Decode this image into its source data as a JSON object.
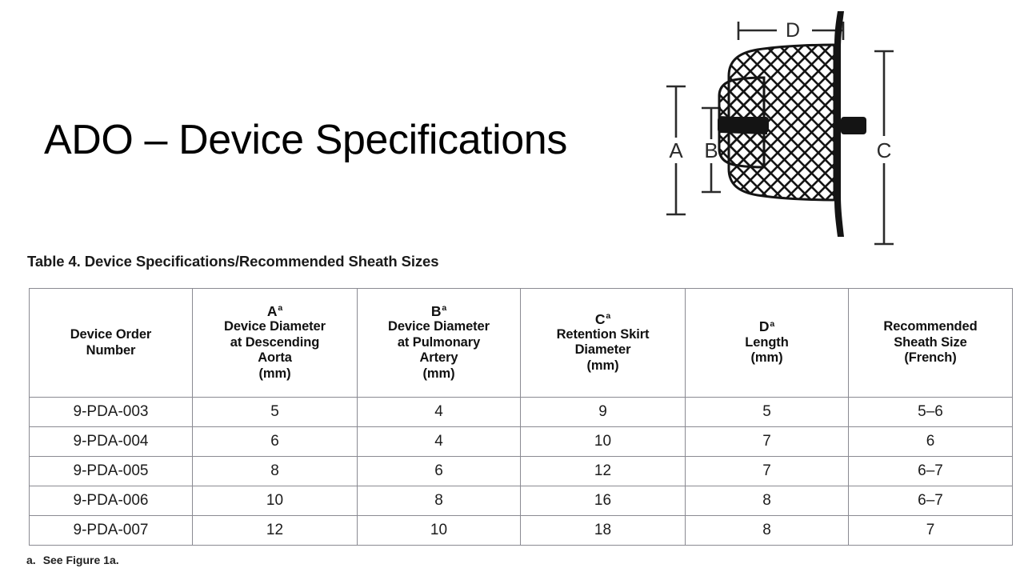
{
  "slide": {
    "title": "ADO – Device Specifications",
    "background_color": "#ffffff",
    "text_color": "#000000"
  },
  "figure": {
    "name": "device-cross-section-diagram",
    "description": "Nitinol mesh occluder device shown in cross-section with dimension callouts",
    "dimension_labels": [
      {
        "label": "A",
        "orientation": "vertical",
        "position": "left-outer"
      },
      {
        "label": "B",
        "orientation": "vertical",
        "position": "left-inner"
      },
      {
        "label": "C",
        "orientation": "vertical",
        "position": "right"
      },
      {
        "label": "D",
        "orientation": "horizontal",
        "position": "top"
      }
    ]
  },
  "table": {
    "caption": "Table 4. Device Specifications/Recommended Sheath Sizes",
    "columns": [
      {
        "key": "order_number",
        "dim": "",
        "dim_footnote": "",
        "lines": [
          "Device Order",
          "Number"
        ]
      },
      {
        "key": "diameter_descending_aorta",
        "dim": "A",
        "dim_footnote": "a",
        "lines": [
          "Device Diameter",
          "at Descending",
          "Aorta",
          "(mm)"
        ]
      },
      {
        "key": "diameter_pulmonary_artery",
        "dim": "B",
        "dim_footnote": "a",
        "lines": [
          "Device Diameter",
          "at Pulmonary",
          "Artery",
          "(mm)"
        ]
      },
      {
        "key": "retention_skirt_diameter",
        "dim": "C",
        "dim_footnote": "a",
        "lines": [
          "Retention Skirt",
          "Diameter",
          "(mm)"
        ]
      },
      {
        "key": "length",
        "dim": "D",
        "dim_footnote": "a",
        "lines": [
          "Length",
          "(mm)"
        ]
      },
      {
        "key": "sheath_size",
        "dim": "",
        "dim_footnote": "",
        "lines": [
          "Recommended",
          "Sheath Size",
          "(French)"
        ]
      }
    ],
    "rows": [
      {
        "order_number": "9-PDA-003",
        "diameter_descending_aorta": "5",
        "diameter_pulmonary_artery": "4",
        "retention_skirt_diameter": "9",
        "length": "5",
        "sheath_size": "5–6"
      },
      {
        "order_number": "9-PDA-004",
        "diameter_descending_aorta": "6",
        "diameter_pulmonary_artery": "4",
        "retention_skirt_diameter": "10",
        "length": "7",
        "sheath_size": "6"
      },
      {
        "order_number": "9-PDA-005",
        "diameter_descending_aorta": "8",
        "diameter_pulmonary_artery": "6",
        "retention_skirt_diameter": "12",
        "length": "7",
        "sheath_size": "6–7"
      },
      {
        "order_number": "9-PDA-006",
        "diameter_descending_aorta": "10",
        "diameter_pulmonary_artery": "8",
        "retention_skirt_diameter": "16",
        "length": "8",
        "sheath_size": "6–7"
      },
      {
        "order_number": "9-PDA-007",
        "diameter_descending_aorta": "12",
        "diameter_pulmonary_artery": "10",
        "retention_skirt_diameter": "18",
        "length": "8",
        "sheath_size": "7"
      }
    ],
    "border_color": "#8a8a92"
  },
  "footnote": {
    "marker": "a.",
    "text": "See Figure 1a."
  }
}
